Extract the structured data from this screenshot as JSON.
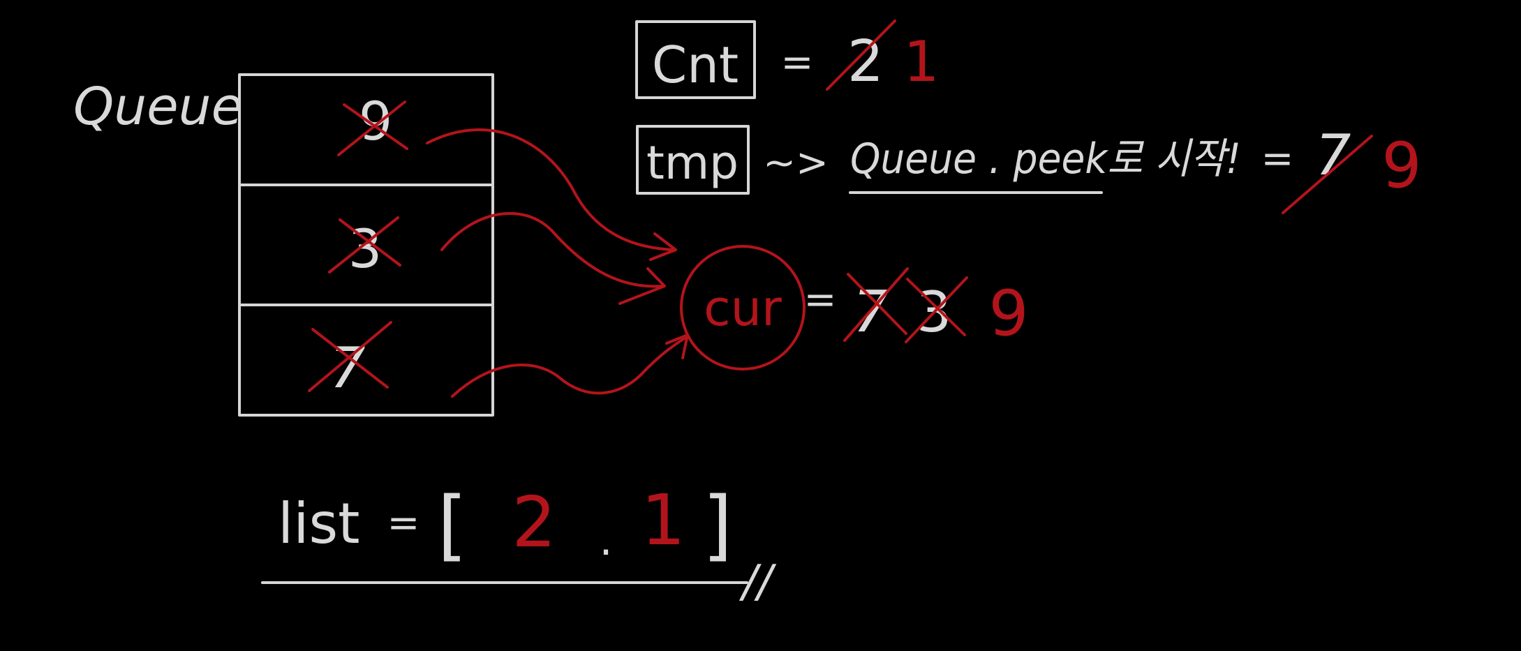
{
  "queue": {
    "label": "Queue",
    "cells": [
      {
        "value": "9"
      },
      {
        "value": "3"
      },
      {
        "value": "7"
      }
    ]
  },
  "cnt": {
    "label": "Cnt",
    "equals": "=",
    "old_value": "2",
    "new_value": "1"
  },
  "tmp": {
    "label": "tmp",
    "arrow": "~>",
    "note": "Queue . peek로 시작!",
    "equals": "=",
    "old_value": "7",
    "new_value": "9"
  },
  "cur": {
    "label": "cur",
    "equals": "=",
    "old_values": [
      "7",
      "3"
    ],
    "new_value": "9"
  },
  "list": {
    "label": "list",
    "equals": "=",
    "open_bracket": "[",
    "items": [
      "2",
      ".",
      "1"
    ],
    "close_bracket": "]",
    "end_mark": "//"
  },
  "colors": {
    "chalk": "#d9d9d9",
    "red": "#b3141b",
    "background": "#000000"
  }
}
